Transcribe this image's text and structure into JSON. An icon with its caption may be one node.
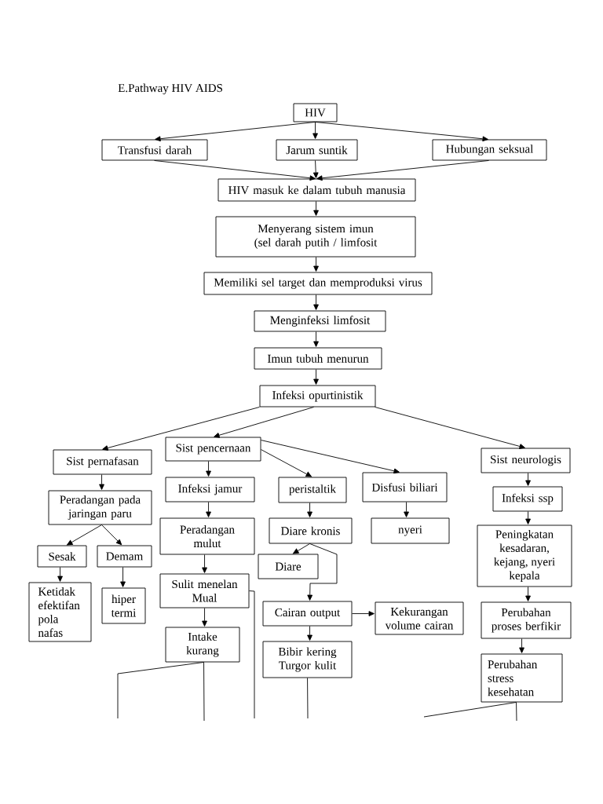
{
  "diagram": {
    "title": "E.Pathway HIV AIDS",
    "nodes": [
      {
        "text": [
          "HIV"
        ]
      },
      {
        "text": [
          "Transfusi darah"
        ]
      },
      {
        "text": [
          "Jarum suntik"
        ]
      },
      {
        "text": [
          "Hubungan seksual"
        ]
      },
      {
        "text": [
          "HIV masuk ke dalam tubuh manusia"
        ]
      },
      {
        "text": [
          "Menyerang sistem imun (sel darah putih / limfosit"
        ]
      },
      {
        "text": [
          "Memiliki sel target dan memproduksi virus"
        ]
      },
      {
        "text": [
          "Menginfeksi limfosit"
        ]
      },
      {
        "text": [
          "Imun tubuh menurun"
        ]
      },
      {
        "text": [
          "Infeksi opurtinistik"
        ]
      },
      {
        "text": [
          "Sist pernafasan"
        ]
      },
      {
        "text": [
          "Sist pencernaan"
        ]
      },
      {
        "text": [
          "Sist neurologis"
        ]
      },
      {
        "text": [
          "Peradangan pada jaringan paru"
        ]
      },
      {
        "text": [
          "Infeksi jamur"
        ]
      },
      {
        "text": [
          "peristaltik"
        ]
      },
      {
        "text": [
          "Disfusi biliari"
        ]
      },
      {
        "text": [
          "Infeksi ssp"
        ]
      },
      {
        "text": [
          "Peradangan mulut"
        ]
      },
      {
        "text": [
          "Diare kronis"
        ]
      },
      {
        "text": [
          "nyeri"
        ]
      },
      {
        "text": [
          "Peningkatan kesadaran, kejang, nyeri kepala"
        ]
      },
      {
        "text": [
          "Sesak"
        ]
      },
      {
        "text": [
          "Demam"
        ]
      },
      {
        "text": [
          "Diare"
        ]
      },
      {
        "text": [
          "Sulit menelan Mual"
        ]
      },
      {
        "text": [
          "Ketidak efektifan pola nafas"
        ]
      },
      {
        "text": [
          "hiper termi"
        ]
      },
      {
        "text": [
          "Cairan output"
        ]
      },
      {
        "text": [
          "Kekurangan volume cairan"
        ]
      },
      {
        "text": [
          "Perubahan proses berfikir"
        ]
      },
      {
        "text": [
          "Intake kurang"
        ]
      },
      {
        "text": [
          "Bibir kering Turgor kulit"
        ]
      },
      {
        "text": [
          "Perubahan stress kesehatan"
        ]
      }
    ],
    "edges": [
      {
        "from": 0,
        "to": 1,
        "arrow": "to"
      },
      {
        "from": 0,
        "to": 2,
        "arrow": "to"
      },
      {
        "from": 0,
        "to": 3,
        "arrow": "to"
      },
      {
        "from": 1,
        "to": 4,
        "arrow": "to"
      },
      {
        "from": 2,
        "to": 4,
        "arrow": "to"
      },
      {
        "from": 3,
        "to": 4,
        "arrow": "to"
      },
      {
        "from": 4,
        "to": 5,
        "arrow": "to"
      },
      {
        "from": 5,
        "to": 6,
        "arrow": "to"
      },
      {
        "from": 6,
        "to": 7,
        "arrow": "to"
      },
      {
        "from": 7,
        "to": 8,
        "arrow": "to"
      },
      {
        "from": 8,
        "to": 9,
        "arrow": "to"
      },
      {
        "from": 9,
        "to": 10,
        "arrow": "to"
      },
      {
        "from": 9,
        "to": 11,
        "arrow": "to"
      },
      {
        "from": 9,
        "to": 12,
        "arrow": "to"
      },
      {
        "from": 10,
        "to": 13,
        "arrow": "to"
      },
      {
        "from": 11,
        "to": 14,
        "arrow": "to"
      },
      {
        "from": 11,
        "to": 15,
        "arrow": "to"
      },
      {
        "from": 11,
        "to": 16,
        "arrow": "to"
      },
      {
        "from": 13,
        "to": 22,
        "arrow": "to"
      },
      {
        "from": 13,
        "to": 23,
        "arrow": "to"
      },
      {
        "from": 22,
        "to": 26,
        "arrow": "to"
      },
      {
        "from": 23,
        "to": 27,
        "arrow": "to"
      },
      {
        "from": 14,
        "to": 18,
        "arrow": "to"
      },
      {
        "from": 18,
        "to": 25,
        "arrow": "to"
      },
      {
        "from": 25,
        "to": 31,
        "arrow": "to"
      },
      {
        "from": 15,
        "to": 19,
        "arrow": "to"
      },
      {
        "from": 16,
        "to": 20,
        "arrow": "to"
      },
      {
        "from": 19,
        "to": 24,
        "arrow": "to"
      },
      {
        "from": 19,
        "to": 28,
        "arrow": "to"
      },
      {
        "from": 28,
        "to": 29,
        "arrow": "to"
      },
      {
        "from": 28,
        "to": 32,
        "arrow": "to"
      },
      {
        "from": 12,
        "to": 17,
        "arrow": "to"
      },
      {
        "from": 17,
        "to": 21,
        "arrow": "to"
      },
      {
        "from": 21,
        "to": 30,
        "arrow": "to"
      },
      {
        "from": 30,
        "to": 33,
        "arrow": "to"
      },
      {
        "from": 31,
        "to": null,
        "arrow": "none"
      },
      {
        "from": 31,
        "to": null,
        "arrow": "none"
      },
      {
        "from": 25,
        "to": null,
        "arrow": "none"
      },
      {
        "from": 32,
        "to": null,
        "arrow": "none"
      },
      {
        "from": 33,
        "to": null,
        "arrow": "none"
      },
      {
        "from": 33,
        "to": null,
        "arrow": "none"
      }
    ]
  }
}
